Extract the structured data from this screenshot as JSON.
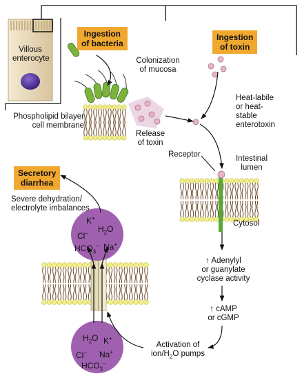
{
  "labels": {
    "ingestion_bacteria_1": "Ingestion",
    "ingestion_bacteria_2": "of bacteria",
    "ingestion_toxin_1": "Ingestion",
    "ingestion_toxin_2": "of toxin",
    "villous_1": "Villous",
    "villous_2": "enterocyte",
    "colonization_1": "Colonization",
    "colonization_2": "of mucosa",
    "phospholipid_1": "Phospholipid bilayer",
    "phospholipid_2": "cell membrane",
    "release_1": "Release",
    "release_2": "of toxin",
    "heat_1": "Heat-labile",
    "heat_2": "or heat-",
    "heat_3": "stable",
    "heat_4": "enterotoxin",
    "receptor": "Receptor",
    "intestinal_1": "Intestinal",
    "intestinal_2": "lumen",
    "cytosol": "Cytosol",
    "secretory_1": "Secretory",
    "secretory_2": "diarrhea",
    "dehydration_1": "Severe dehydration/",
    "dehydration_2": "electrolyte imbalances",
    "adenylyl_1": "Adenylyl",
    "adenylyl_2": "or guanylate",
    "adenylyl_3": "cyclase activity",
    "camp_1": "cAMP",
    "camp_2": "or cGMP",
    "up_arrow": "↑",
    "activation_1": "Activation of",
    "activation_2a": "ion/H",
    "activation_2b": "2",
    "activation_2c": "O pumps"
  },
  "ions_top": {
    "k": "K",
    "k_charge": "+",
    "h2o_h": "H",
    "h2o_2": "2",
    "h2o_o": "O",
    "cl": "Cl",
    "cl_charge": "–",
    "hco3": "HCO",
    "hco3_3": "3",
    "hco3_charge": "–",
    "na": "Na",
    "na_charge": "+"
  },
  "ions_bottom": {
    "h2o_h": "H",
    "h2o_2": "2",
    "h2o_o": "O",
    "k": "K",
    "k_charge": "+",
    "na": "Na",
    "na_charge": "+",
    "cl": "Cl",
    "cl_charge": "–",
    "hco3": "HCO",
    "hco3_3": "3",
    "hco3_charge": "–"
  },
  "colors": {
    "orange_box": "#f0a830",
    "purple_circle": "#a060b0",
    "bacteria_green": "#7ab43c",
    "toxin_pink": "#e8b4c8",
    "lipid_head_yellow": "#f2ee8a",
    "lipid_tail_brown": "#6b4a2a",
    "receptor_green": "#58a838",
    "cell_beige": "#e8d9b8",
    "nucleus_purple": "#5b3aa0"
  }
}
